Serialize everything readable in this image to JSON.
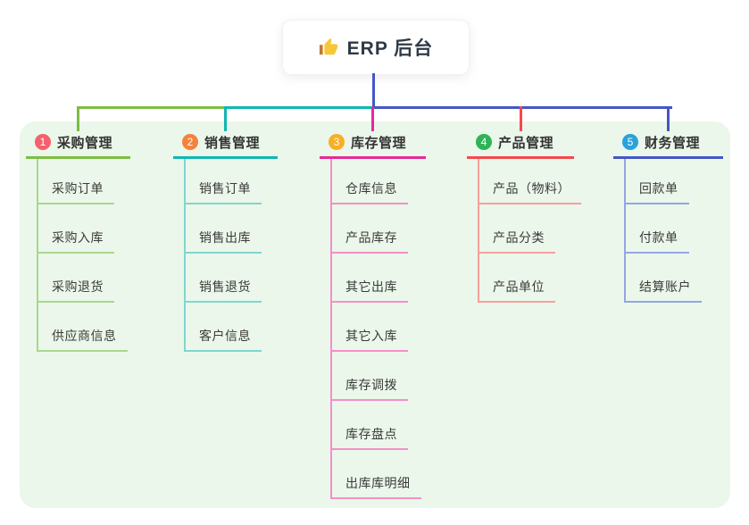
{
  "root": {
    "label": "ERP 后台",
    "icon": "thumbs-up-icon"
  },
  "colors": {
    "panel_bg": "#ebf7ea",
    "root_connector": "#4456c7",
    "icon_yellow": "#f7c738",
    "icon_cuff": "#c07b2f"
  },
  "branches": [
    {
      "num": "1",
      "label": "采购管理",
      "badge_color": "#f4606d",
      "line_color": "#7cbe41",
      "child_line_color": "#aad78d",
      "children": [
        "采购订单",
        "采购入库",
        "采购退货",
        "供应商信息"
      ]
    },
    {
      "num": "2",
      "label": "销售管理",
      "badge_color": "#f5823c",
      "line_color": "#10b7b2",
      "child_line_color": "#7fd6cf",
      "children": [
        "销售订单",
        "销售出库",
        "销售退货",
        "客户信息"
      ]
    },
    {
      "num": "3",
      "label": "库存管理",
      "badge_color": "#f7af27",
      "line_color": "#e52a9b",
      "child_line_color": "#f490c7",
      "children": [
        "仓库信息",
        "产品库存",
        "其它出库",
        "其它入库",
        "库存调拨",
        "库存盘点",
        "出库库明细"
      ]
    },
    {
      "num": "4",
      "label": "产品管理",
      "badge_color": "#2fb357",
      "line_color": "#f4494d",
      "child_line_color": "#f8a09c",
      "children": [
        "产品（物料）",
        "产品分类",
        "产品单位"
      ]
    },
    {
      "num": "5",
      "label": "财务管理",
      "badge_color": "#2aa2da",
      "line_color": "#4456c7",
      "child_line_color": "#93a6e2",
      "children": [
        "回款单",
        "付款单",
        "结算账户"
      ]
    }
  ]
}
